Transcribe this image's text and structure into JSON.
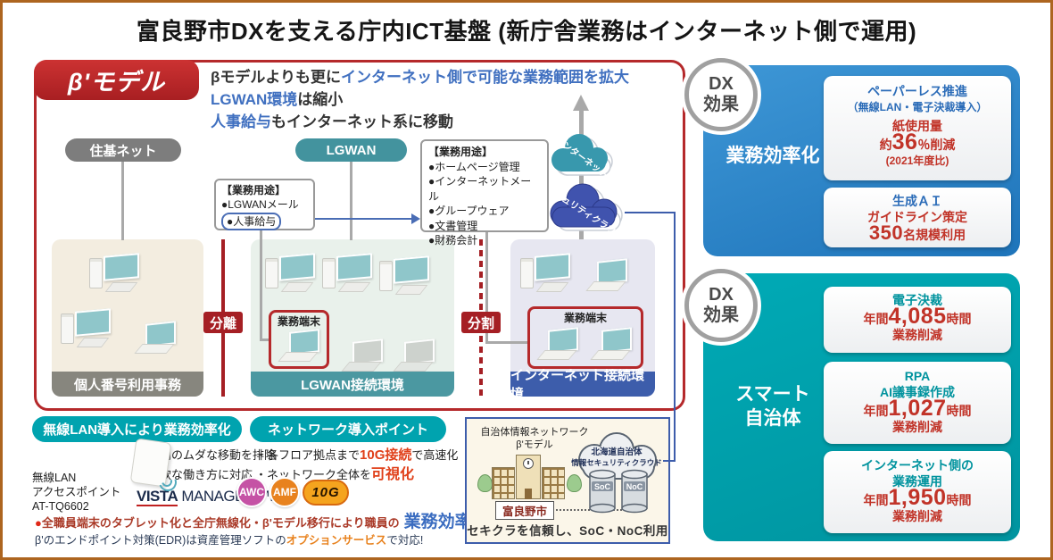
{
  "colors": {
    "border_brown": "#ad6520",
    "accent_red": "#b5292b",
    "badge_red": "#c1272d",
    "teal": "#00a3af",
    "panel_blue": "#2b86c8",
    "highlight_blue": "#4070c0",
    "number_red": "#c13328",
    "orange": "#e8821e"
  },
  "title": "富良野市DXを支える庁内ICT基盤 (新庁舎業務はインターネット側で運用)",
  "beta": {
    "badge": "β'モデル",
    "desc": {
      "l1a": "βモデルよりも更に",
      "l1b": "インターネット側で可能な業務範囲を拡大",
      "l2a": "LGWAN環境",
      "l2b": "は縮小",
      "l3a": "人事給与",
      "l3b": "もインターネット系に移動"
    },
    "net_juki": "住基ネット",
    "net_lgwan": "LGWAN",
    "usage1": {
      "heading": "【業務用途】",
      "item1": "●LGWANメール",
      "pill": "●人事給与"
    },
    "usage2": {
      "heading": "【業務用途】",
      "items": [
        "●ホームページ管理",
        "●インターネットメール",
        "●グループウェア",
        "●文書管理",
        "●財務会計"
      ]
    },
    "cloud_internet": "インターネット",
    "cloud_security": "セキュリティクラウド",
    "env1_label": "個人番号利用事務",
    "env2_label": "LGWAN接続環境",
    "env3_label": "インターネット接続環境",
    "env2_terminal": "業務端末",
    "env3_terminal": "業務端末",
    "sep_separate": "分離",
    "sep_divide": "分割"
  },
  "bottom": {
    "pill_wlan": "無線LAN導入により業務効率化",
    "pill_network": "ネットワーク導入ポイント",
    "ap_line1": "無線LAN",
    "ap_line2": "アクセスポイント",
    "ap_line3": "AT-TQ6602",
    "wlan_point1": "・庁内のムダな移動を排除",
    "wlan_point2": "・柔軟な働き方に対応",
    "vista_primary": "VISTA",
    "vista_secondary": "MANAGER™EX",
    "badge_awc": "AWC",
    "badge_amf": "AMF",
    "badge_10g": "10G",
    "net_point1a": "・各フロア拠点まで",
    "net_point1b": "10G接続",
    "net_point1c": "で高速化",
    "net_point2a": "・ネットワーク全体を",
    "net_point2b": "可視化",
    "note1_bullet": "●",
    "note1_text": "全職員端末のタブレット化と全庁無線化・β'モデル移行により職員の",
    "note1_highlight": "業務効率が改善",
    "note2a": "β'のエンドポイント対策(EDR)は資産管理ソフトの",
    "note2b": "オプションサービス",
    "note2c": "で対応!"
  },
  "muni": {
    "title1": "自治体情報ネットワーク",
    "title2": "β'モデル",
    "cloud1": "北海道自治体",
    "cloud2": "情報セキュリティクラウド",
    "soc": "SoC",
    "noc": "NoC",
    "city": "富良野市",
    "caption": "セキクラを信頼し、SoC・NoC利用"
  },
  "dx": {
    "l1": "DX",
    "l2": "効果"
  },
  "panel1": {
    "label": "業務効率化",
    "card1": {
      "t1": "ペーパーレス推進",
      "t2": "（無線LAN・電子決裁導入）",
      "r1": "紙使用量",
      "r2a": "約",
      "r2b": "36",
      "r2c": "％削減",
      "r3": "(2021年度比)"
    },
    "card2": {
      "t1": "生成ＡＩ",
      "r1": "ガイドライン策定",
      "r2a": "350",
      "r2b": "名規模利用"
    }
  },
  "panel2": {
    "label1": "スマート",
    "label2": "自治体",
    "card1": {
      "t1": "電子決裁",
      "ra": "年間",
      "rb": "4,085",
      "rc": "時間",
      "r2": "業務削減"
    },
    "card2": {
      "t1": "RPA",
      "t2": "AI議事録作成",
      "ra": "年間",
      "rb": "1,027",
      "rc": "時間",
      "r2": "業務削減"
    },
    "card3": {
      "t1": "インターネット側の",
      "t2": "業務運用",
      "ra": "年間",
      "rb": "1,950",
      "rc": "時間",
      "r2": "業務削減"
    }
  }
}
